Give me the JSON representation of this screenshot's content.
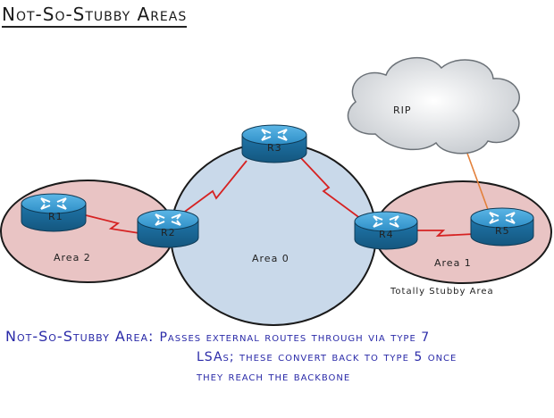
{
  "title": "Not-So-Stubby Areas",
  "areas": {
    "area2": "Area 2",
    "area0": "Area 0",
    "area1": "Area 1",
    "area1_note": "Totally Stubby Area"
  },
  "cloud_label": "RIP",
  "routers": {
    "r1": "R1",
    "r2": "R2",
    "r3": "R3",
    "r4": "R4",
    "r5": "R5"
  },
  "note": {
    "lead": "Not-So-Stubby Area:",
    "line1": "Passes external routes through via type 7",
    "line2": "LSAs; these convert back to type 5 once",
    "line3": "they reach the backbone"
  },
  "colors": {
    "area0_fill": "#c9d9ea",
    "side_area_fill": "#e9c4c4",
    "router_fill": "#2f8fc7",
    "link": "#d62222",
    "rip_link": "#e3803a",
    "note_text": "#2a2aa8"
  }
}
